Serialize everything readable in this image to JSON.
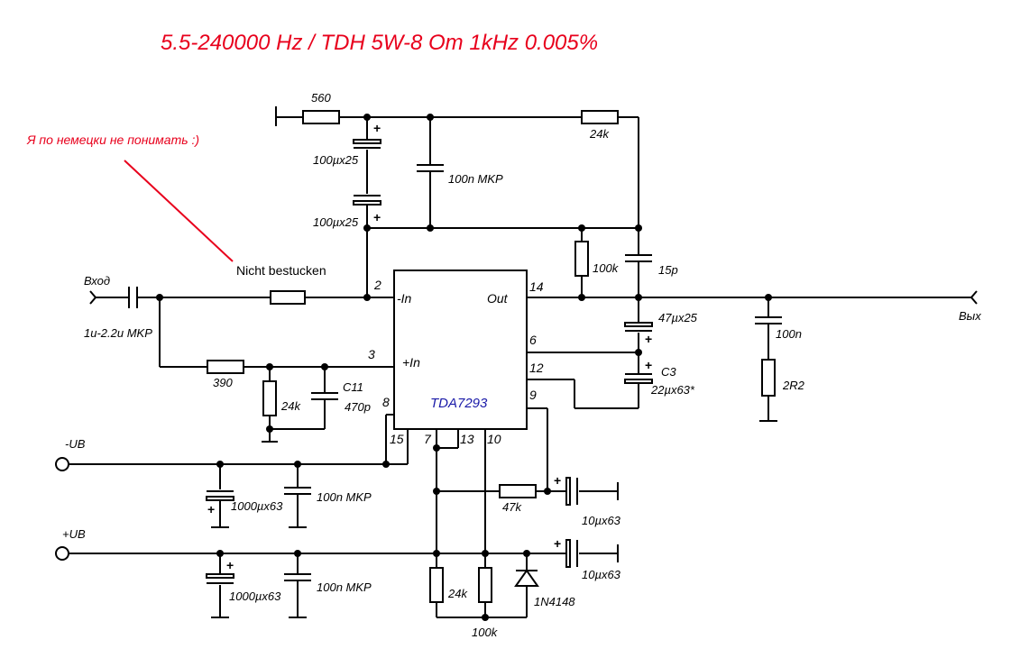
{
  "title": "5.5-240000 Hz / TDH 5W-8 Om 1kHz 0.005%",
  "note_ru": "Я по немецки не понимать :)",
  "note_de": "Nicht bestucken",
  "ic": {
    "name": "TDA7293",
    "pin_in_neg": "-In",
    "pin_in_pos": "+In",
    "pin_out": "Out"
  },
  "pins": {
    "p2": "2",
    "p3": "3",
    "p6": "6",
    "p7": "7",
    "p8": "8",
    "p9": "9",
    "p10": "10",
    "p12": "12",
    "p13": "13",
    "p14": "14",
    "p15": "15"
  },
  "labels": {
    "input": "Вход",
    "output": "Вых",
    "neg_supply": "-UB",
    "pos_supply": "+UB",
    "r560": "560",
    "r24k_top": "24k",
    "c100u_a": "100µx25",
    "c100u_b": "100µx25",
    "c100n_top": "100n MKP",
    "r100k_fb": "100k",
    "c15p": "15p",
    "c_in": "1u-2.2u MKP",
    "r390": "390",
    "r24k_in": "24k",
    "c11_name": "C11",
    "c11_val": "470p",
    "c47u": "47µx25",
    "c3_name": "C3",
    "c3_val": "22µx63*",
    "c100n_out": "100n",
    "r2r2": "2R2",
    "c1000_neg": "1000µx63",
    "c100n_neg": "100n MKP",
    "c1000_pos": "1000µx63",
    "c100n_pos": "100n MKP",
    "r47k": "47k",
    "c10u_a": "10µx63",
    "c10u_b": "10µx63",
    "r24k_bot": "24k",
    "r100k_bot": "100k",
    "diode": "1N4148",
    "plus": "+"
  },
  "colors": {
    "title": "#e8001c",
    "note": "#e8001c",
    "ic_name": "#1a1aa8",
    "wire": "#000000"
  }
}
